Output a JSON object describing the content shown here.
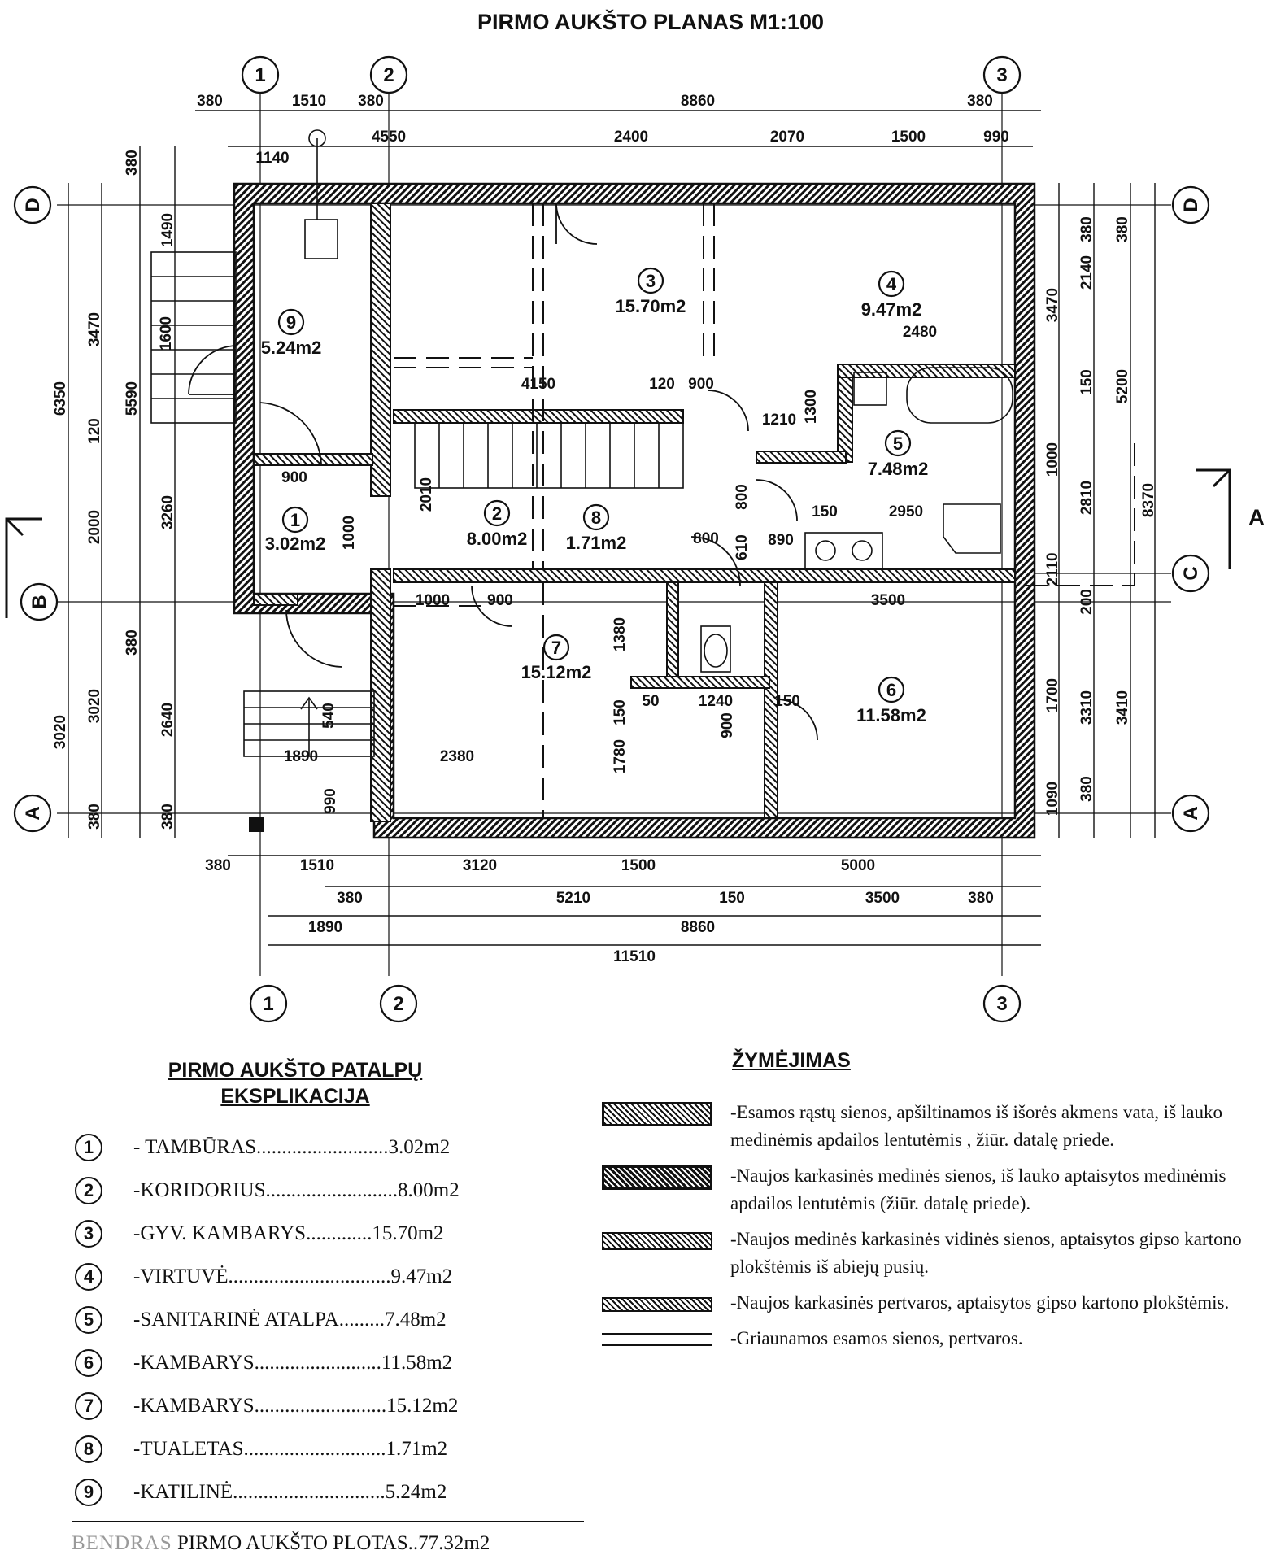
{
  "title": "PIRMO AUKŠTO PLANAS M1:100",
  "axes": {
    "a1": "1",
    "a2": "2",
    "a3": "3",
    "aA": "A",
    "aB": "B",
    "aC": "C",
    "aD": "D",
    "section": "A"
  },
  "rooms": [
    {
      "num": "1",
      "area": "3.02m2"
    },
    {
      "num": "2",
      "area": "8.00m2"
    },
    {
      "num": "3",
      "area": "15.70m2"
    },
    {
      "num": "4",
      "area": "9.47m2"
    },
    {
      "num": "5",
      "area": "7.48m2"
    },
    {
      "num": "6",
      "area": "11.58m2"
    },
    {
      "num": "7",
      "area": "15.12m2"
    },
    {
      "num": "8",
      "area": "1.71m2"
    },
    {
      "num": "9",
      "area": "5.24m2"
    }
  ],
  "dims": {
    "top_row1": [
      "380",
      "1510",
      "380",
      "8860",
      "380"
    ],
    "top_row2": [
      "1140",
      "4550",
      "2400",
      "2070",
      "1500",
      "990"
    ],
    "bottom_row1": [
      "380",
      "1510",
      "3120",
      "1500",
      "5000"
    ],
    "bottom_row2": [
      "380",
      "5210",
      "150",
      "3500",
      "380"
    ],
    "bottom_row3": [
      "1890",
      "8860"
    ],
    "bottom_row4": "11510",
    "left_outer": [
      "6350",
      "380",
      "3020"
    ],
    "left_mid": [
      "380",
      "3470",
      "120",
      "2000",
      "380"
    ],
    "left_in": [
      "1490",
      "5590",
      "3260",
      "3020",
      "2640",
      "380"
    ],
    "left_stair": [
      "1600",
      "540",
      "990"
    ],
    "right_in": [
      "3470",
      "150",
      "1000",
      "2810",
      "1700",
      "1090"
    ],
    "right_mid": [
      "2140",
      "380",
      "5200",
      "2110",
      "200",
      "3310",
      "380"
    ],
    "right_outer": [
      "380",
      "8370",
      "3410"
    ],
    "interior": [
      "2480",
      "4150",
      "120",
      "900",
      "1210",
      "1300",
      "150",
      "2950",
      "900",
      "2010",
      "1000",
      "900",
      "800",
      "610",
      "800",
      "890",
      "3500",
      "1000",
      "900",
      "1380",
      "50",
      "1240",
      "150",
      "150",
      "1780",
      "900",
      "2380",
      "1890"
    ]
  },
  "explication": {
    "title_line1": "PIRMO AUKŠTO PATALPŲ",
    "title_line2": "EKSPLIKACIJA",
    "items": [
      {
        "num": "1",
        "text": "- TAMBŪRAS..........................3.02m2"
      },
      {
        "num": "2",
        "text": "-KORIDORIUS..........................8.00m2"
      },
      {
        "num": "3",
        "text": "-GYV. KAMBARYS.............15.70m2"
      },
      {
        "num": "4",
        "text": "-VIRTUVĖ................................9.47m2"
      },
      {
        "num": "5",
        "text": "-SANITARINĖ ATALPA.........7.48m2"
      },
      {
        "num": "6",
        "text": "-KAMBARYS.........................11.58m2"
      },
      {
        "num": "7",
        "text": "-KAMBARYS..........................15.12m2"
      },
      {
        "num": "8",
        "text": "-TUALETAS............................1.71m2"
      },
      {
        "num": "9",
        "text": "-KATILINĖ..............................5.24m2"
      }
    ],
    "watermark": "BENDRAS",
    "total": " PIRMO AUKŠTO PLOTAS..77.32m2"
  },
  "legend": {
    "title": "ŽYMĖJIMAS",
    "items": [
      "-Esamos rąstų sienos, apšiltinamos iš išorės akmens vata, iš lauko medinėmis apdailos lentutėmis , žiūr. datalę priede.",
      "-Naujos karkasinės medinės sienos, iš lauko aptaisytos medinėmis apdailos lentutėmis (žiūr. datalę priede).",
      "-Naujos medinės karkasinės vidinės sienos, aptaisytos gipso kartono plokštėmis iš abiejų pusių.",
      "-Naujos karkasinės pertvaros, aptaisytos gipso kartono plokštėmis.",
      "-Griaunamos esamos sienos, pertvaros."
    ]
  }
}
